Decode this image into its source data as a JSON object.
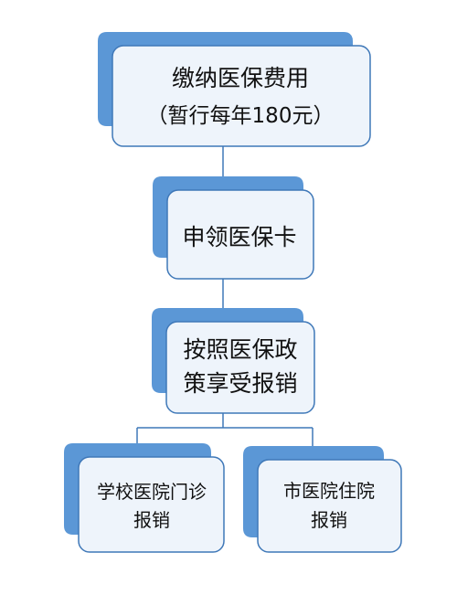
{
  "nodes": {
    "fee": {
      "line1": "缴纳医保费用",
      "line2": "（暂行每年180元）"
    },
    "card": {
      "line1": "申领医保卡"
    },
    "reimburse": {
      "line1": "按照医保政",
      "line2": "策享受报销"
    },
    "clinic": {
      "line1": "学校医院门诊",
      "line2": "报销"
    },
    "hospital": {
      "line1": "市医院住院",
      "line2": "报销"
    }
  },
  "colors": {
    "shadow_block": "#5b97d6",
    "box_fill": "#eef4fb",
    "box_border": "#3f78b8",
    "connector": "#3f78b8"
  }
}
